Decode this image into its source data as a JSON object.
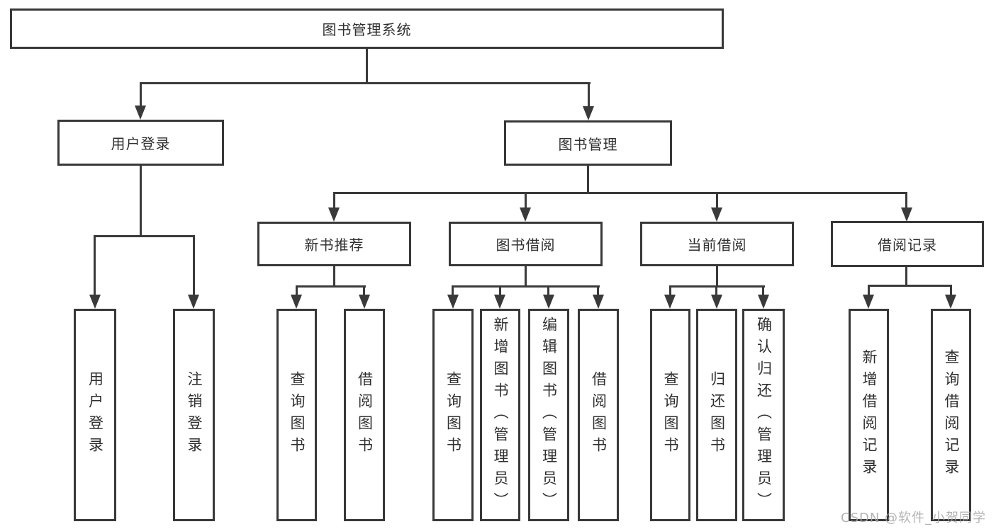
{
  "diagram": {
    "title": "图书管理系统",
    "type": "hierarchy",
    "root": {
      "label": "图书管理系统"
    },
    "branches": [
      {
        "label": "用户登录",
        "leaves": [
          {
            "label": "用户登录"
          },
          {
            "label": "注销登录"
          }
        ]
      },
      {
        "label": "图书管理",
        "groups": [
          {
            "label": "新书推荐",
            "leaves": [
              {
                "label": "查询图书"
              },
              {
                "label": "借阅图书"
              }
            ]
          },
          {
            "label": "图书借阅",
            "leaves": [
              {
                "label": "查询图书"
              },
              {
                "label": "新增图书（管理员）"
              },
              {
                "label": "编辑图书（管理员）"
              },
              {
                "label": "借阅图书"
              }
            ]
          },
          {
            "label": "当前借阅",
            "leaves": [
              {
                "label": "查询图书"
              },
              {
                "label": "归还图书"
              },
              {
                "label": "确认归还（管理员）"
              }
            ]
          },
          {
            "label": "借阅记录",
            "leaves": [
              {
                "label": "新增借阅记录"
              },
              {
                "label": "查询借阅记录"
              }
            ]
          }
        ]
      }
    ]
  },
  "watermark": "CSDN @软件_小贺同学",
  "colors": {
    "line": "#3a3a3a",
    "border": "#383838",
    "text": "#2f2f2f",
    "watermark": "#a8a8a8",
    "background": "#ffffff"
  }
}
